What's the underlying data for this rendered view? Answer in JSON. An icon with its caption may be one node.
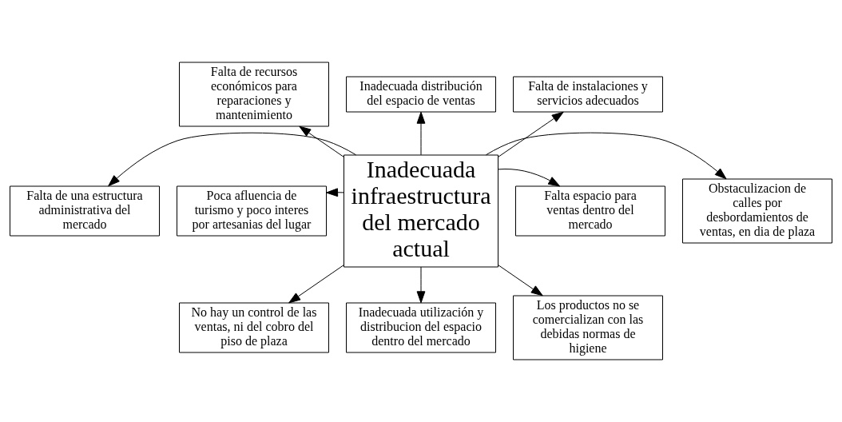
{
  "diagram": {
    "nodes": [
      {
        "text": [
          "Falta de recursos económicos para reparaciones y mantenimiento"
        ]
      },
      {
        "text": [
          "Inadecuada distribución del espacio de ventas"
        ]
      },
      {
        "text": [
          "Falta de instalaciones y servicios adecuados"
        ]
      },
      {
        "text": [
          "Falta de una estructura administrativa del mercado"
        ]
      },
      {
        "text": [
          "Inadecuada infraestructura del mercado actual"
        ]
      },
      {
        "text": [
          "Falta espacio para ventas dentro del mercado"
        ]
      },
      {
        "text": [
          "Poca afluencia de turismo y poco interes por artesanias del lugar"
        ]
      },
      {
        "text": [
          "Obstaculizacion de calles por desbordamientos de ventas, en dia de plaza"
        ]
      },
      {
        "text": [
          "No hay un control de las ventas, ni del cobro del piso de plaza"
        ]
      },
      {
        "text": [
          "Inadecuada utilización y distribucion del espacio dentro del mercado"
        ]
      },
      {
        "text": [
          "Los productos no se comercializan con las debidas normas de higiene"
        ]
      }
    ],
    "edges": [
      {
        "from": 4,
        "to": 0,
        "arrow": "to"
      },
      {
        "from": 4,
        "to": 1,
        "arrow": "to"
      },
      {
        "from": 4,
        "to": 2,
        "arrow": "to"
      },
      {
        "from": 4,
        "to": 3,
        "arrow": "to"
      },
      {
        "from": 4,
        "to": 6,
        "arrow": "to"
      },
      {
        "from": 4,
        "to": 5,
        "arrow": "to"
      },
      {
        "from": 4,
        "to": 7,
        "arrow": "to"
      },
      {
        "from": 4,
        "to": 8,
        "arrow": "to"
      },
      {
        "from": 4,
        "to": 9,
        "arrow": "to"
      },
      {
        "from": 4,
        "to": 10,
        "arrow": "to"
      }
    ]
  }
}
